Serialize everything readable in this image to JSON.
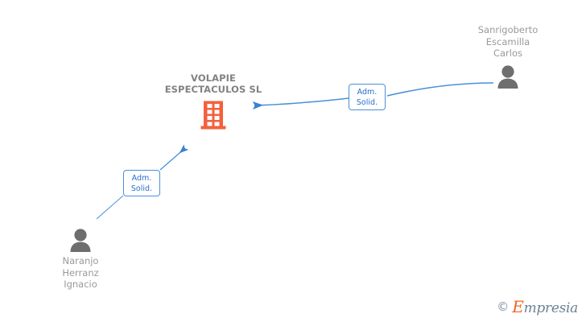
{
  "diagram": {
    "type": "corporate-relationship-graph",
    "background_color": "#ffffff",
    "company": {
      "name": "VOLAPIE\nESPECTACULOS SL",
      "icon": "building-icon",
      "icon_color": "#f4603c",
      "label_color": "#828282"
    },
    "persons": [
      {
        "id": "person-top-right",
        "name": "Sanrigoberto\nEscamilla\nCarlos",
        "icon": "person-icon",
        "icon_color": "#6e6e6e",
        "label_color": "#9a9a9a"
      },
      {
        "id": "person-bottom-left",
        "name": "Naranjo\nHerranz\nIgnacio",
        "icon": "person-icon",
        "icon_color": "#6e6e6e",
        "label_color": "#9a9a9a"
      }
    ],
    "edges": [
      {
        "id": "edge-top-right",
        "from": "person-top-right",
        "to": "company",
        "label_line1": "Adm.",
        "label_line2": "Solid.",
        "color": "#4a90d9",
        "arrow": "to-company"
      },
      {
        "id": "edge-bottom-left",
        "from": "person-bottom-left",
        "to": "company",
        "label_line1": "Adm.",
        "label_line2": "Solid.",
        "color": "#4a90d9",
        "arrow": "to-company"
      }
    ]
  },
  "watermark": {
    "copyright": "©",
    "brand_initial": "E",
    "brand_rest": "mpresia",
    "brand_color": "#f26522",
    "text_color": "#6d8294"
  }
}
